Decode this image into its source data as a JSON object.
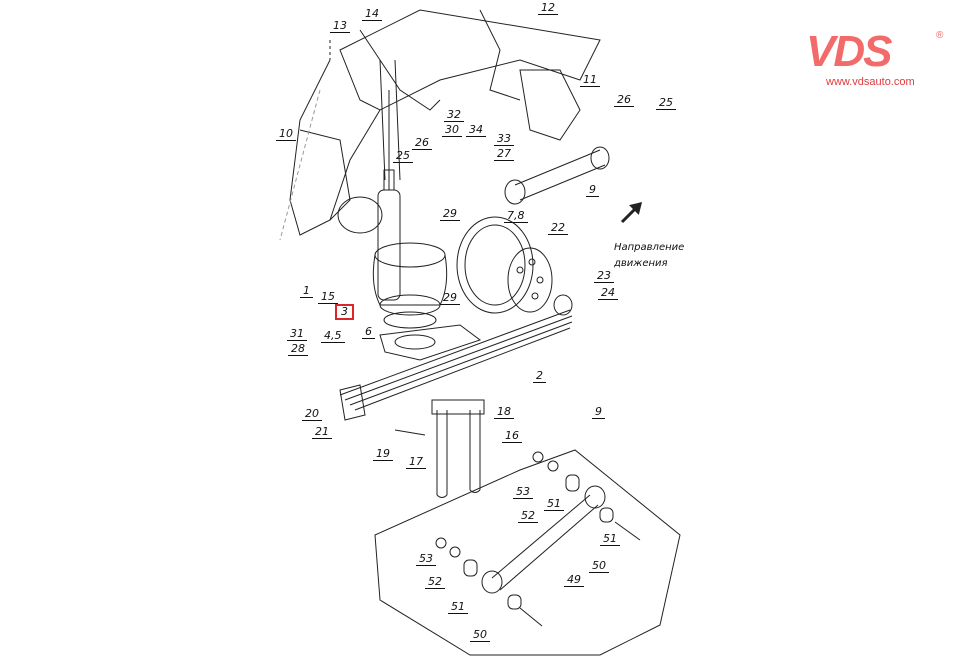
{
  "brand": {
    "logo_text": "VDS",
    "registered": "®",
    "url": "www.vdsauto.com",
    "color": "#f26a6a"
  },
  "direction": {
    "line1": "Направление",
    "line2": "движения"
  },
  "highlight_color": "#d9262c",
  "callouts": {
    "c13": "13",
    "c14": "14",
    "c12": "12",
    "c11": "11",
    "c26r": "26",
    "c25r": "25",
    "c10": "10",
    "c32": "32",
    "c30": "30",
    "c34": "34",
    "c33": "33",
    "c27": "27",
    "c9r": "9",
    "c25l": "25",
    "c26l": "26",
    "c29a": "29",
    "c78": "7,8",
    "c22": "22",
    "c23": "23",
    "c24": "24",
    "c1": "1",
    "c15": "15",
    "c3": "3",
    "c6": "6",
    "c31": "31",
    "c45": "4,5",
    "c28": "28",
    "c29b": "29",
    "c2": "2",
    "c20": "20",
    "c21": "21",
    "c18": "18",
    "c19": "19",
    "c17": "17",
    "c16": "16",
    "c9i": "9",
    "c53a": "53",
    "c52a": "52",
    "c51a": "51",
    "c51b": "51",
    "c50a": "50",
    "c49": "49",
    "c53b": "53",
    "c52b": "52",
    "c51c": "51",
    "c50b": "50"
  }
}
